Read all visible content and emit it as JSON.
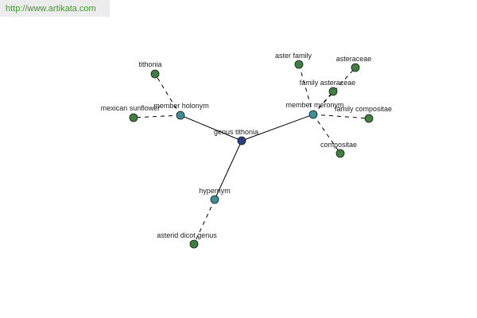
{
  "header": {
    "site_url": "http://www.artikata.com"
  },
  "colors": {
    "center_node": "#2f3f87",
    "relation_node": "#3c8d96",
    "leaf_node": "#3f7f3f",
    "node_stroke": "#1a1a1a",
    "edge": "#000000",
    "link_text": "#3f9a2e"
  },
  "graph": {
    "center": {
      "id": "genus-tithonia",
      "label": "genus tithonia"
    },
    "relations": [
      {
        "id": "member-holonym",
        "label": "member holonym"
      },
      {
        "id": "member-meronym",
        "label": "member meronym"
      },
      {
        "id": "hypernym",
        "label": "hypernym"
      }
    ],
    "leaves": [
      {
        "id": "tithonia",
        "label": "tithonia",
        "relation": "member-holonym"
      },
      {
        "id": "mexican-sunflower",
        "label": "mexican sunflower",
        "relation": "member-holonym"
      },
      {
        "id": "aster-family",
        "label": "aster family",
        "relation": "member-meronym"
      },
      {
        "id": "asteraceae",
        "label": "asteraceae",
        "relation": "member-meronym"
      },
      {
        "id": "family-asteraceae",
        "label": "family asteraceae",
        "relation": "member-meronym"
      },
      {
        "id": "family-compositae",
        "label": "family compositae",
        "relation": "member-meronym"
      },
      {
        "id": "compositae",
        "label": "compositae",
        "relation": "member-meronym"
      },
      {
        "id": "asterid-dicot-genus",
        "label": "asterid dicot genus",
        "relation": "hypernym"
      }
    ]
  }
}
